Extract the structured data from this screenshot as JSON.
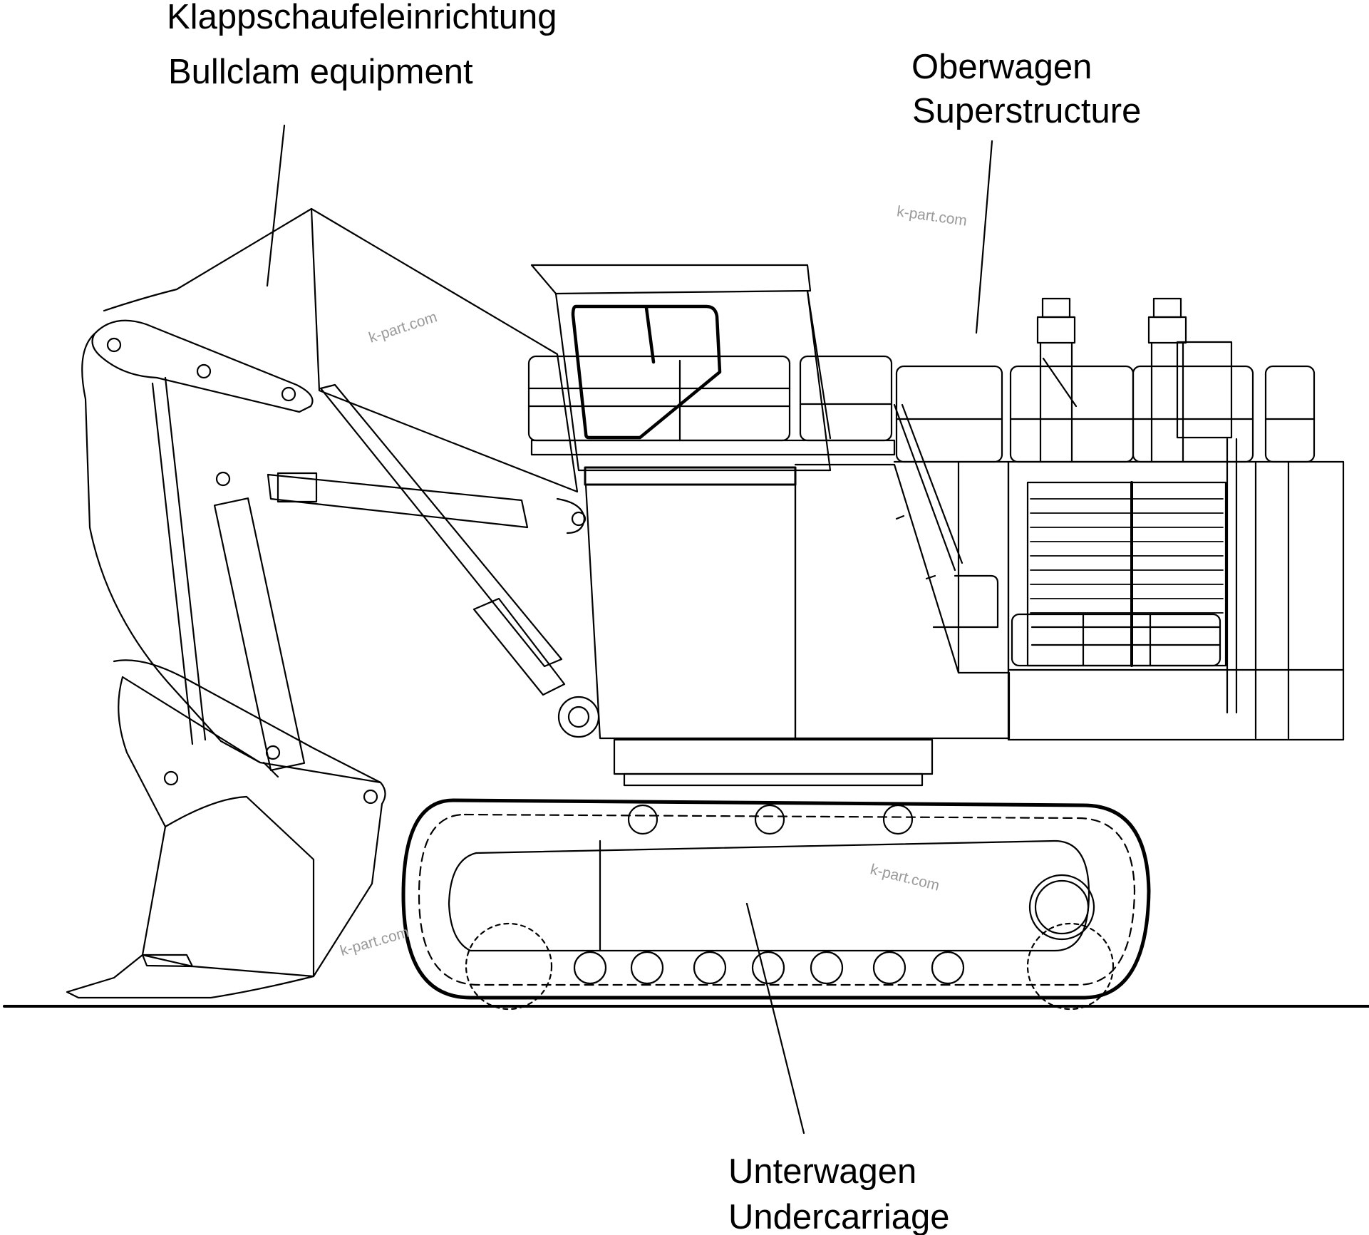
{
  "labels": {
    "bullclam_de": "Klappschaufeleinrichtung",
    "bullclam_en": "Bullclam equipment",
    "superstructure_de": "Oberwagen",
    "superstructure_en": "Superstructure",
    "undercarriage_de": "Unterwagen",
    "undercarriage_en": "Undercarriage"
  },
  "watermark": "k-part.com",
  "colors": {
    "line": "#000000",
    "background": "#ffffff",
    "watermark": "#9a9a9a"
  }
}
